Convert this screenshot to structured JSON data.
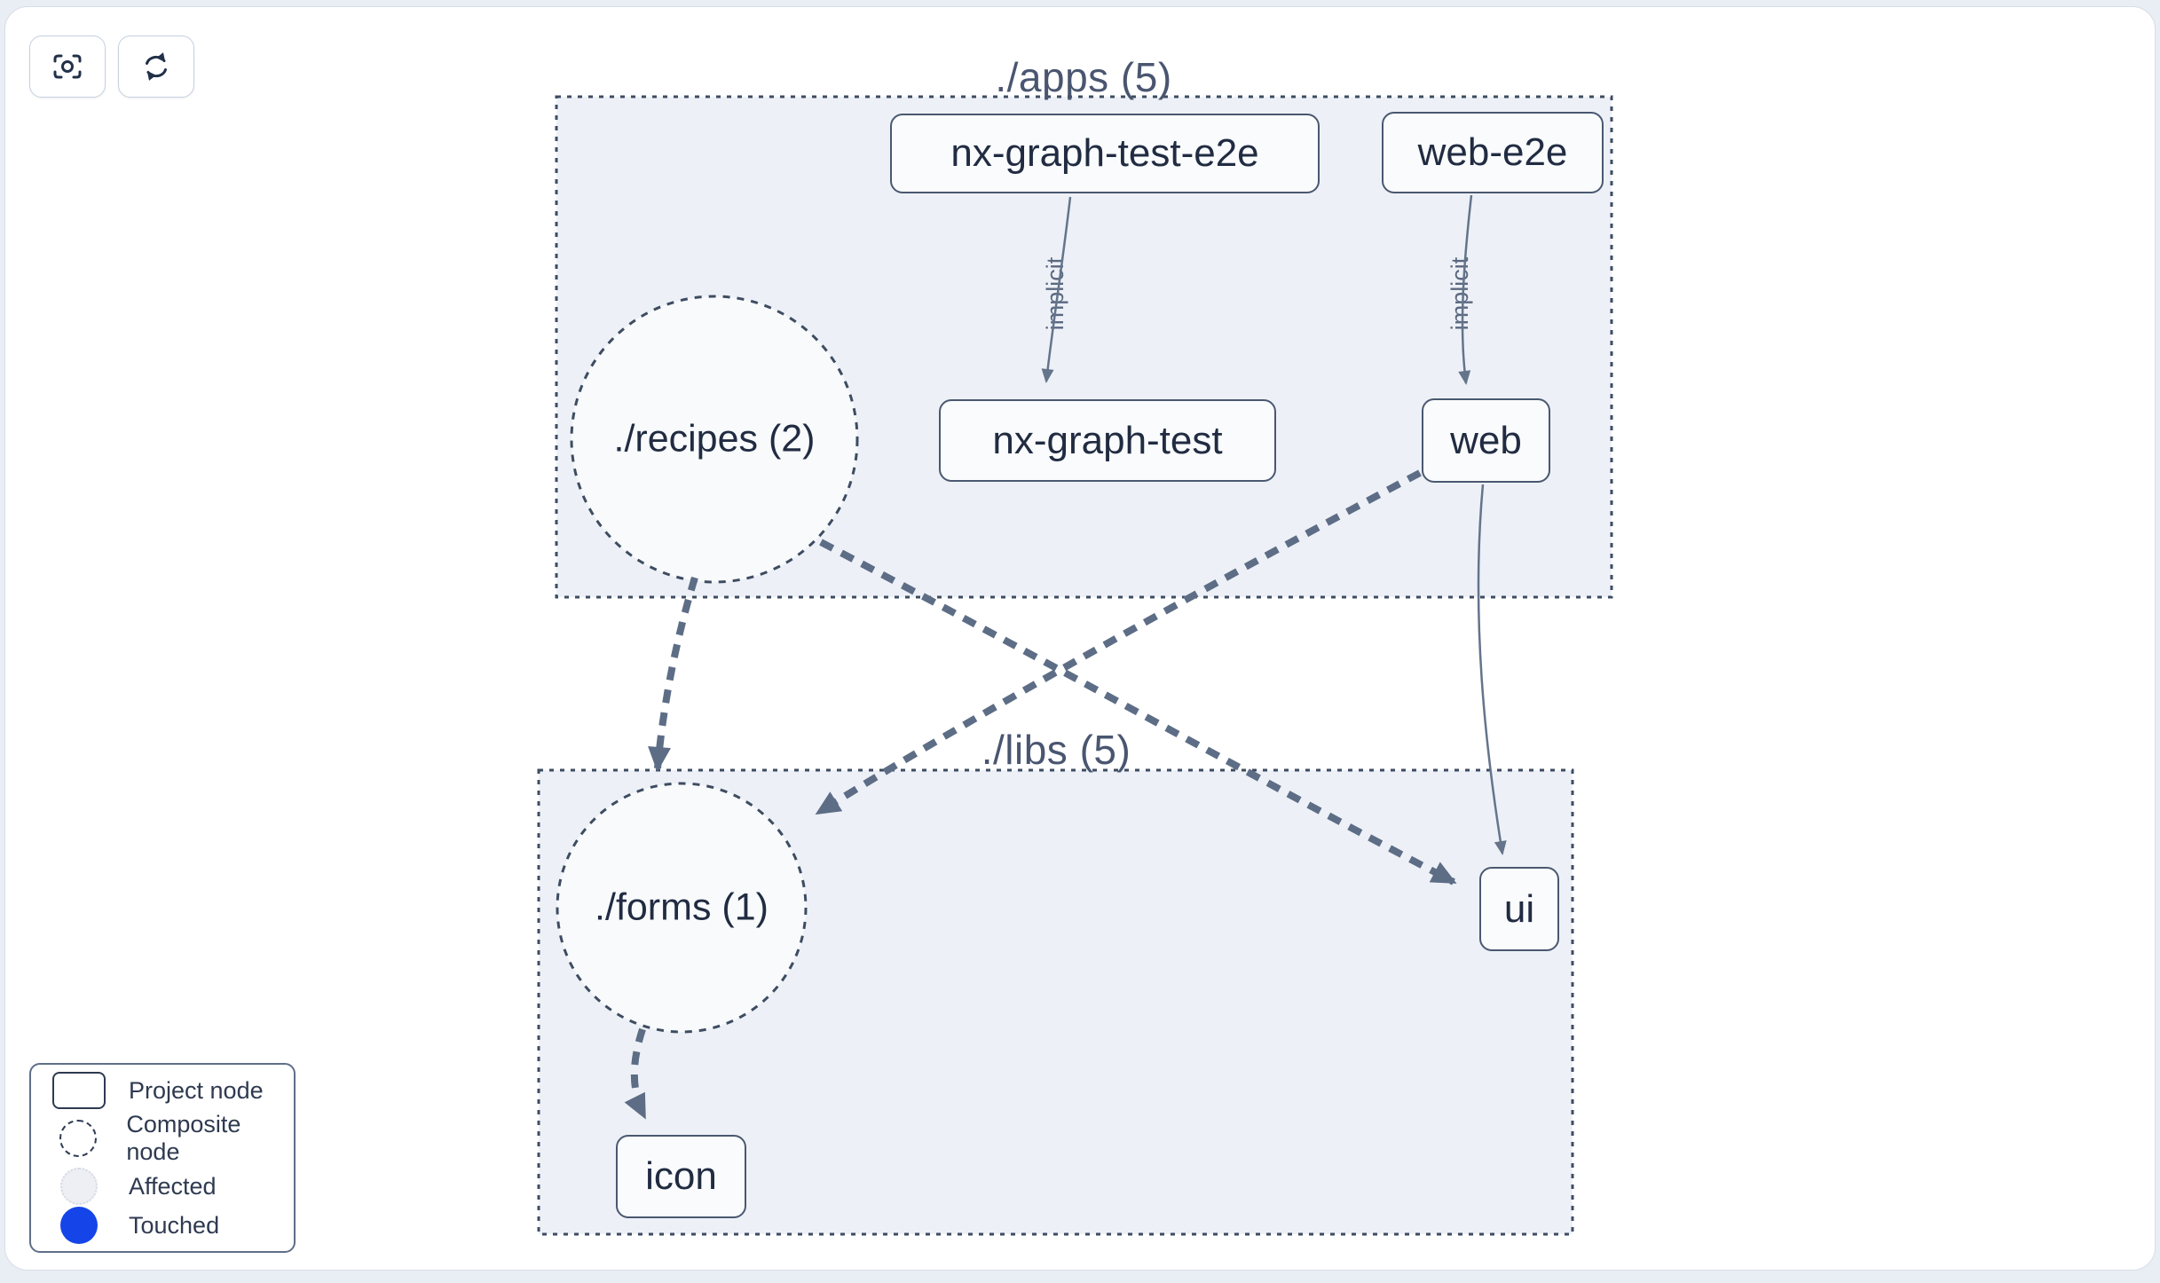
{
  "toolbar": {
    "buttons": [
      {
        "icon": "focus-icon"
      },
      {
        "icon": "refresh-icon"
      }
    ]
  },
  "graph": {
    "groups": [
      {
        "id": "apps",
        "title": "./apps (5)"
      },
      {
        "id": "libs",
        "title": "./libs (5)"
      }
    ],
    "composite_nodes": [
      {
        "id": "recipes",
        "label": "./recipes (2)",
        "group": "apps"
      },
      {
        "id": "forms",
        "label": "./forms (1)",
        "group": "libs"
      }
    ],
    "project_nodes": [
      {
        "id": "nx-graph-test-e2e",
        "label": "nx-graph-test-e2e",
        "group": "apps"
      },
      {
        "id": "web-e2e",
        "label": "web-e2e",
        "group": "apps"
      },
      {
        "id": "nx-graph-test",
        "label": "nx-graph-test",
        "group": "apps"
      },
      {
        "id": "web",
        "label": "web",
        "group": "apps"
      },
      {
        "id": "ui",
        "label": "ui",
        "group": "libs"
      },
      {
        "id": "icon",
        "label": "icon",
        "group": "libs"
      }
    ],
    "edges": [
      {
        "from": "nx-graph-test-e2e",
        "to": "nx-graph-test",
        "type": "implicit",
        "label": "implicit"
      },
      {
        "from": "web-e2e",
        "to": "web",
        "type": "implicit",
        "label": "implicit"
      },
      {
        "from": "web",
        "to": "ui",
        "type": "static",
        "label": ""
      },
      {
        "from": "recipes",
        "to": "forms",
        "type": "composite",
        "label": ""
      },
      {
        "from": "recipes",
        "to": "ui",
        "type": "composite",
        "label": ""
      },
      {
        "from": "web",
        "to": "forms",
        "type": "composite",
        "label": ""
      },
      {
        "from": "forms",
        "to": "icon",
        "type": "composite",
        "label": ""
      }
    ]
  },
  "legend": {
    "items": [
      {
        "swatch": "project-node",
        "label": "Project node"
      },
      {
        "swatch": "composite-node",
        "label": "Composite node"
      },
      {
        "swatch": "affected",
        "label": "Affected"
      },
      {
        "swatch": "touched",
        "label": "Touched"
      }
    ]
  },
  "colors": {
    "touched_blue": "#1545e8",
    "group_fill": "#edf1f7",
    "composite_fill": "#f8fafc",
    "edge_slate": "#5d6d86",
    "border_slate": "#3e4c61",
    "node_text": "#212c42"
  }
}
